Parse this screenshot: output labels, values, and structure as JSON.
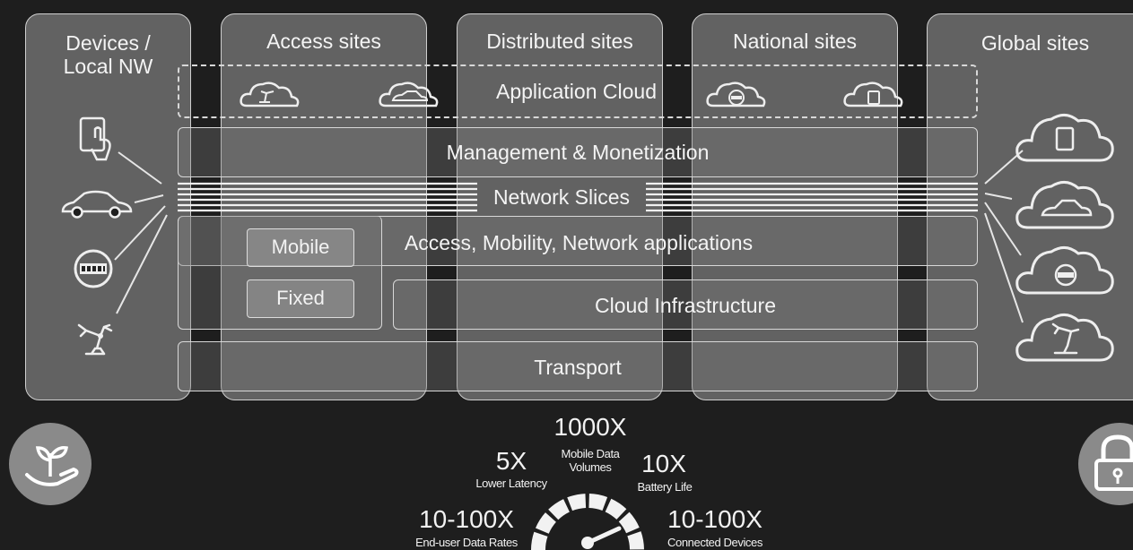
{
  "columns": [
    {
      "title_line1": "Devices /",
      "title_line2": "Local NW"
    },
    {
      "title": "Access sites"
    },
    {
      "title": "Distributed sites"
    },
    {
      "title": "National sites"
    },
    {
      "title": "Global sites"
    }
  ],
  "layers": {
    "application_cloud": "Application Cloud",
    "management": "Management & Monetization",
    "network_slices": "Network Slices",
    "access_mobility": "Access, Mobility, Network applications",
    "mobile": "Mobile",
    "fixed": "Fixed",
    "cloud_infra": "Cloud Infrastructure",
    "transport": "Transport"
  },
  "devices": [
    "tablet-icon",
    "car-icon",
    "meter-icon",
    "robot-arm-icon"
  ],
  "global_clouds": [
    "cloud-tablet-icon",
    "cloud-car-icon",
    "cloud-meter-icon",
    "cloud-robot-icon"
  ],
  "kpis": {
    "mobile_data": {
      "value": "1000X",
      "label_line1": "Mobile Data",
      "label_line2": "Volumes"
    },
    "latency": {
      "value": "5X",
      "label": "Lower Latency"
    },
    "battery": {
      "value": "10X",
      "label": "Battery Life"
    },
    "data_rates": {
      "value": "10-100X",
      "label": "End-user Data Rates"
    },
    "devices": {
      "value": "10-100X",
      "label": "Connected Devices"
    }
  },
  "colors": {
    "background": "#1e1e1e",
    "column_fill": "#8c8c8c",
    "stroke": "#d8d8d8",
    "text": "#f2f2f2"
  }
}
